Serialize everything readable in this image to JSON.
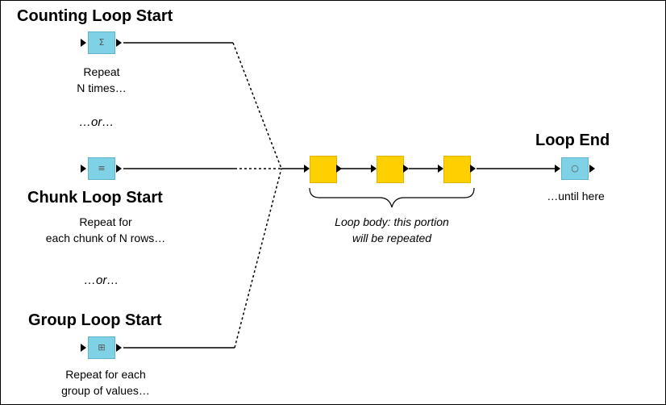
{
  "nodes": {
    "counting": {
      "title": "Counting Loop Start",
      "caption_line1": "Repeat",
      "caption_line2": "N times…",
      "icon": "sigma-loop-icon",
      "glyph": "Σ"
    },
    "chunk": {
      "title": "Chunk Loop Start",
      "caption_line1": "Repeat for",
      "caption_line2": "each chunk of N rows…",
      "icon": "chunk-loop-icon",
      "glyph": "≡"
    },
    "group": {
      "title": "Group Loop Start",
      "caption_line1": "Repeat for each",
      "caption_line2": "group of values…",
      "icon": "group-loop-icon",
      "glyph": "⊞"
    },
    "end": {
      "title": "Loop End",
      "caption": "…until here",
      "icon": "loop-end-icon",
      "glyph": "○"
    }
  },
  "separators": {
    "or1": "…or…",
    "or2": "…or…"
  },
  "loop_body": {
    "caption_line1": "Loop body: this portion",
    "caption_line2": "will be repeated",
    "node_count": 3
  },
  "colors": {
    "loop_node": "#7fd1e6",
    "body_node": "#ffd000",
    "wire": "#000000"
  }
}
